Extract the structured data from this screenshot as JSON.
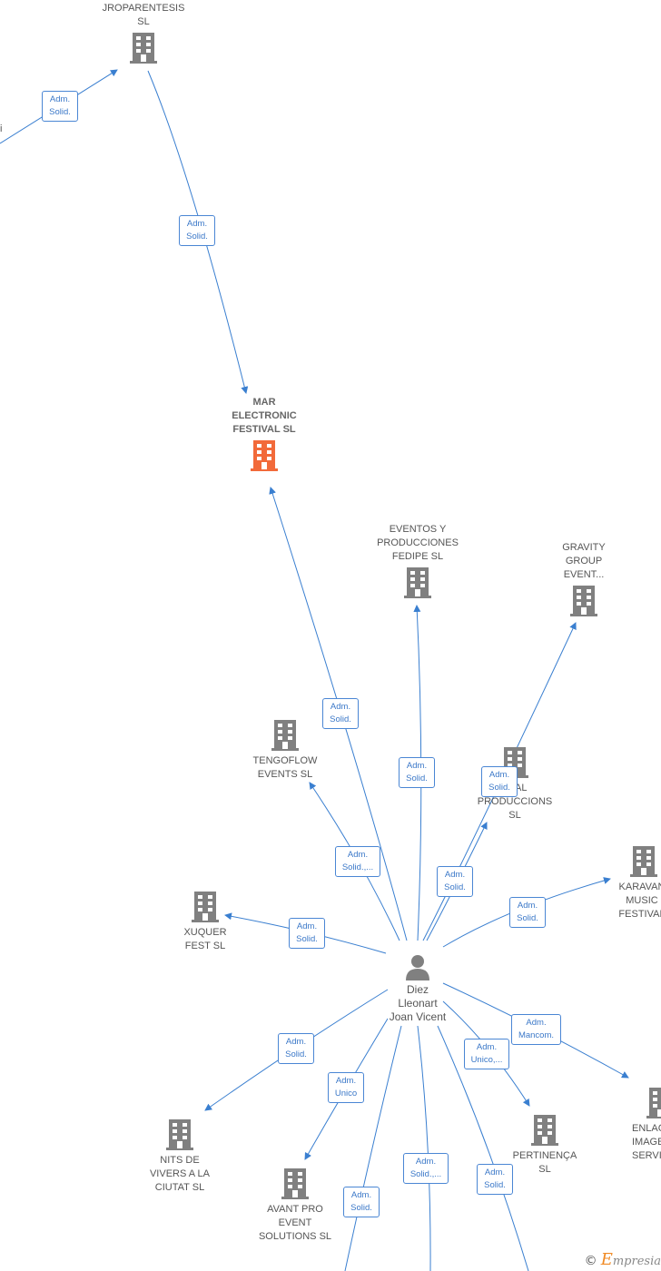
{
  "colors": {
    "edge": "#3a7fd0",
    "building": "#808080",
    "highlight": "#f26a3a"
  },
  "nodes": {
    "mar": "MAR\nELECTRONIC\nFESTIVAL  SL",
    "jrop": "JROPARENTESIS\nSL",
    "left_partial": "i",
    "eventos": "EVENTOS Y\nPRODUCCIONES\nFEDIPE  SL",
    "gravity": "GRAVITY\nGROUP\nEVENT...",
    "tengo": "TENGOFLOW\nEVENTS  SL",
    "rjal": "RJAL\nPRODUCCIONS\nSL",
    "karavan": "KARAVAN\nMUSIC\nFESTIVAL",
    "xuquer": "XUQUER\nFEST  SL",
    "person": "Diez\nLleonart\nJoan Vicent",
    "nits": "NITS DE\nVIVERS A LA\nCIUTAT  SL",
    "avant": "AVANT PRO\nEVENT\nSOLUTIONS  SL",
    "pertinenca": "PERTINENÇA\nSL",
    "enlace": "ENLAC\nIMAGE\nSERVIC"
  },
  "edge_labels": {
    "left_jrop": "Adm.\nSolid.",
    "jrop_mar": "Adm.\nSolid.",
    "p_mar": "Adm.\nSolid.",
    "p_eventos": "Adm.\nSolid.",
    "p_gravity": "Adm.\nSolid.",
    "p_tengo": "Adm.\nSolid.,...",
    "p_rjal": "Adm.\nSolid.",
    "p_karavan": "Adm.\nSolid.",
    "p_xuquer": "Adm.\nSolid.",
    "p_nits": "Adm.\nSolid.",
    "p_avant": "Adm.\nUnico",
    "p_pert": "Adm.\nUnico,...",
    "p_enlace": "Adm.\nMancom.",
    "p_b1": "Adm.\nSolid.",
    "p_b2": "Adm.\nSolid.,...",
    "p_b3": "Adm.\nSolid."
  },
  "footer": {
    "copyright": "©",
    "brand_initial": "E",
    "brand_rest": "mpresia"
  }
}
